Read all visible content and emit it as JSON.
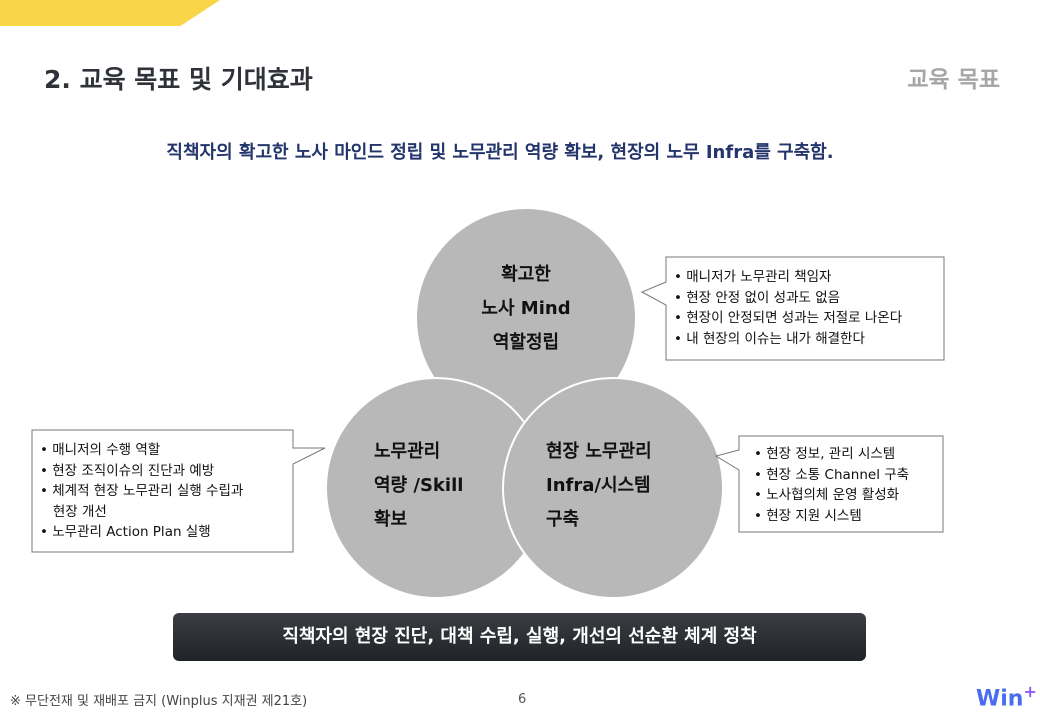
{
  "header": {
    "title": "2. 교육 목표 및 기대효과",
    "section": "교육 목표"
  },
  "subtitle": "직책자의 확고한 노사 마인드 정립 및 노무관리 역량 확보, 현장의 노무 Infra를 구축함.",
  "circles": [
    {
      "lines": [
        "확고한",
        "노사 Mind",
        "역할정립"
      ]
    },
    {
      "lines": [
        "노무관리",
        "역량 /Skill",
        "확보"
      ]
    },
    {
      "lines": [
        "현장 노무관리",
        "Infra/시스템",
        "구축"
      ]
    }
  ],
  "callouts": {
    "top": [
      "• 매니저가 노무관리 책임자",
      "• 현장 안정 없이 성과도 없음",
      "• 현장이 안정되면 성과는 저절로 나온다",
      "• 내 현장의 이슈는 내가 해결한다"
    ],
    "left": [
      "• 매니저의 수행 역할",
      "• 현장 조직이슈의 진단과 예방",
      "• 체계적 현장 노무관리 실행 수립과",
      "   현장 개선",
      "• 노무관리 Action Plan 실행"
    ],
    "right": [
      "• 현장 정보, 관리 시스템",
      "• 현장 소통 Channel 구축",
      "• 노사협의체 운영 활성화",
      "• 현장 지원 시스템"
    ]
  },
  "bottom_bar": "직책자의 현장 진단, 대책 수립, 실행, 개선의 선순환 체계 정착",
  "footer": {
    "notice": "※ 무단전재 및 재배포 금지 (Winplus 지재권 제21호)",
    "page": "6",
    "logo": "Win",
    "logo_plus": "+"
  },
  "colors": {
    "banner": "#f9d648",
    "circle": "#b8b8b8",
    "subtitle": "#23356b"
  }
}
